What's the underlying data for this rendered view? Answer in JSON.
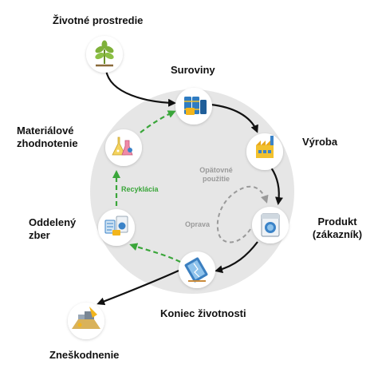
{
  "nodes": {
    "env": "Životné prostredie",
    "raw": "Suroviny",
    "prod": "Výroba",
    "product_l1": "Produkt",
    "product_l2": "(zákazník)",
    "eol": "Koniec životnosti",
    "disposal": "Zneškodnenie",
    "sepcol_l1": "Oddelený",
    "sepcol_l2": "zber",
    "matrec_l1": "Materiálové",
    "matrec_l2": "zhodnotenie"
  },
  "inner": {
    "reuse_l1": "Opätovné",
    "reuse_l2": "použitie",
    "repair": "Oprava",
    "recycling": "Recyklácia"
  },
  "colors": {
    "ring": "#e6e6e6",
    "node": "#ffffff",
    "arrow": "#111111",
    "green": "#3aa63a",
    "gray_dash": "#9a9a9a"
  },
  "icons": [
    "plant-icon",
    "barrels-icon",
    "factory-icon",
    "washing-machine-icon",
    "broken-device-icon",
    "recycling-bins-icon",
    "chemistry-flasks-icon",
    "landfill-icon"
  ]
}
